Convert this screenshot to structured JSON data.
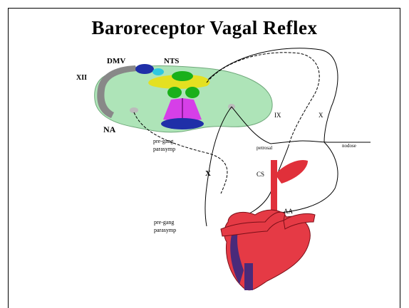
{
  "diagram": {
    "title": "Baroreceptor Vagal Reflex",
    "labels": {
      "dmv": "DMV",
      "nts": "NTS",
      "xii": "XII",
      "na": "NA",
      "ix": "IX",
      "x_upper": "X",
      "x_left": "X",
      "cs": "CS",
      "aa": "AA",
      "petrosal": "petrosal",
      "nodose": "nodose",
      "preganglionic_1": "pre-gang",
      "preganglionic_2": "parasymp",
      "preganglionic_heart_1": "pre-gang",
      "preganglionic_heart_2": "parasymp"
    }
  }
}
